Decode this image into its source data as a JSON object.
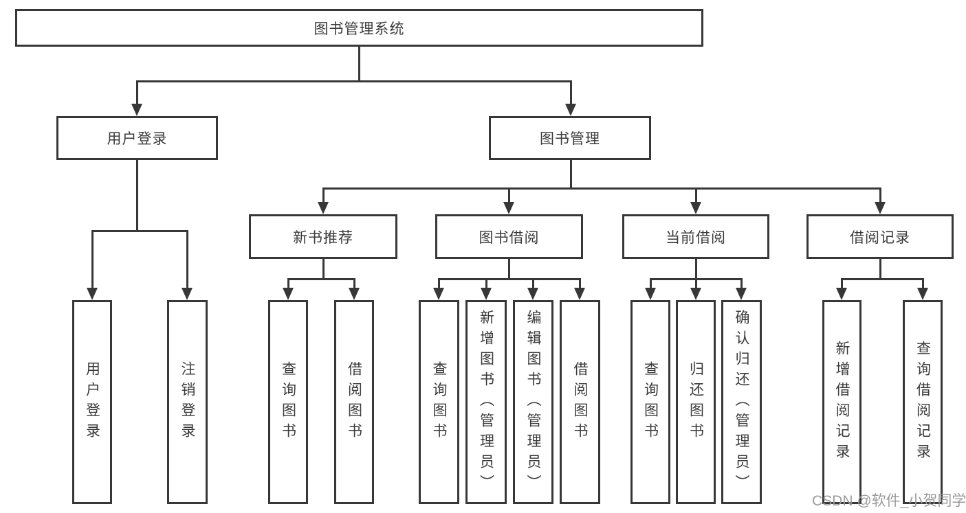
{
  "diagram_type": "hierarchy-tree",
  "root": "图书管理系统",
  "branches": [
    {
      "label": "用户登录",
      "children": [
        "用户登录",
        "注销登录"
      ]
    },
    {
      "label": "图书管理",
      "sections": [
        {
          "label": "新书推荐",
          "children": [
            "查询图书",
            "借阅图书"
          ]
        },
        {
          "label": "图书借阅",
          "children": [
            "查询图书",
            "新增图书（管理员）",
            "编辑图书（管理员）",
            "借阅图书"
          ]
        },
        {
          "label": "当前借阅",
          "children": [
            "查询图书",
            "归还图书",
            "确认归还（管理员）"
          ]
        },
        {
          "label": "借阅记录",
          "children": [
            "新增借阅记录",
            "查询借阅记录"
          ]
        }
      ]
    }
  ],
  "watermark": "CSDN @软件_小贺同学",
  "colors": {
    "line": "#373737",
    "text": "#3a3a3a",
    "watermark": "#9b9b9b",
    "background": "#ffffff"
  }
}
